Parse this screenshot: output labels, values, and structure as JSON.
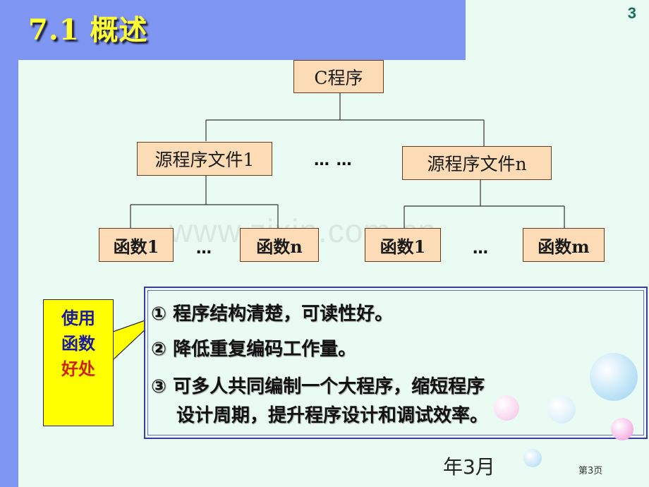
{
  "header": {
    "title": "7.1 概述",
    "page_number": "3"
  },
  "tree": {
    "root": "C程序",
    "files": [
      "源程序文件1",
      "源程序文件n"
    ],
    "files_ellipsis": "… …",
    "functions_left": [
      "函数1",
      "函数n"
    ],
    "functions_right": [
      "函数1",
      "函数m"
    ],
    "functions_ellipsis": "…"
  },
  "watermark": "www.zixin.com.cn",
  "callout": {
    "lines": [
      "使用",
      "函数",
      "好处"
    ],
    "colors": [
      "#1a1aa0",
      "#1a1aa0",
      "#cc2200"
    ]
  },
  "benefits": [
    "①  程序结构清楚，可读性好。",
    "②  降低重复编码工作量。",
    "③  可多人共同编制一个大程序，缩短程序",
    "设计周期，提升程序设计和调试效率。"
  ],
  "footer": {
    "date": "年3月",
    "page": "第3页"
  },
  "colors": {
    "band": "#7f95f2",
    "title": "#ffff33",
    "node_fill": "#fbdcb6",
    "background": "#e9fbf3"
  }
}
